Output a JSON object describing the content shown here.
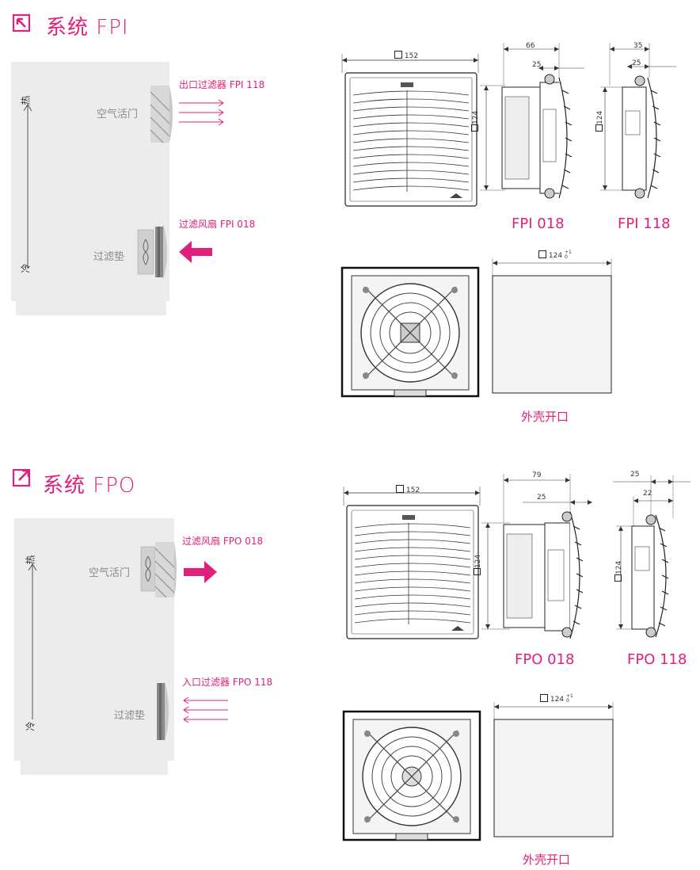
{
  "sections": [
    {
      "title": "系统 FPI",
      "icon": "arrow-in-icon",
      "accent": "#e0207a",
      "diagram": {
        "hot_label": "热",
        "cold_label": "冷",
        "louver_label": "空气活门",
        "filter_label": "过滤垫",
        "top_callout": "出口过滤器 FPI 118",
        "bottom_callout": "过滤风扇 FPI 018"
      },
      "front_dim": "152",
      "side_a": {
        "model": "FPI 018",
        "dim_total": "66",
        "dim_depth": "25",
        "dim_height": "124"
      },
      "side_b": {
        "model": "FPI 118",
        "dim_total": "35",
        "dim_depth": "25",
        "dim_height": "124"
      },
      "cutout": {
        "label": "外壳开口",
        "dim": "124",
        "tol_plus": "+1",
        "tol_zero": "0"
      }
    },
    {
      "title": "系统 FPO",
      "icon": "arrow-out-icon",
      "accent": "#e0207a",
      "diagram": {
        "hot_label": "热",
        "cold_label": "冷",
        "louver_label": "空气活门",
        "filter_label": "过滤垫",
        "top_callout": "过滤风扇 FPO 018",
        "bottom_callout": "入口过滤器 FPO 118"
      },
      "front_dim": "152",
      "side_a": {
        "model": "FPO 018",
        "dim_total": "79",
        "dim_depth": "25",
        "dim_height": "124"
      },
      "side_b": {
        "model": "FPO 118",
        "dim_total": "25",
        "dim_depth": "22",
        "dim_height": "124"
      },
      "cutout": {
        "label": "外壳开口",
        "dim": "124",
        "tol_plus": "+1",
        "tol_zero": "0"
      }
    }
  ]
}
